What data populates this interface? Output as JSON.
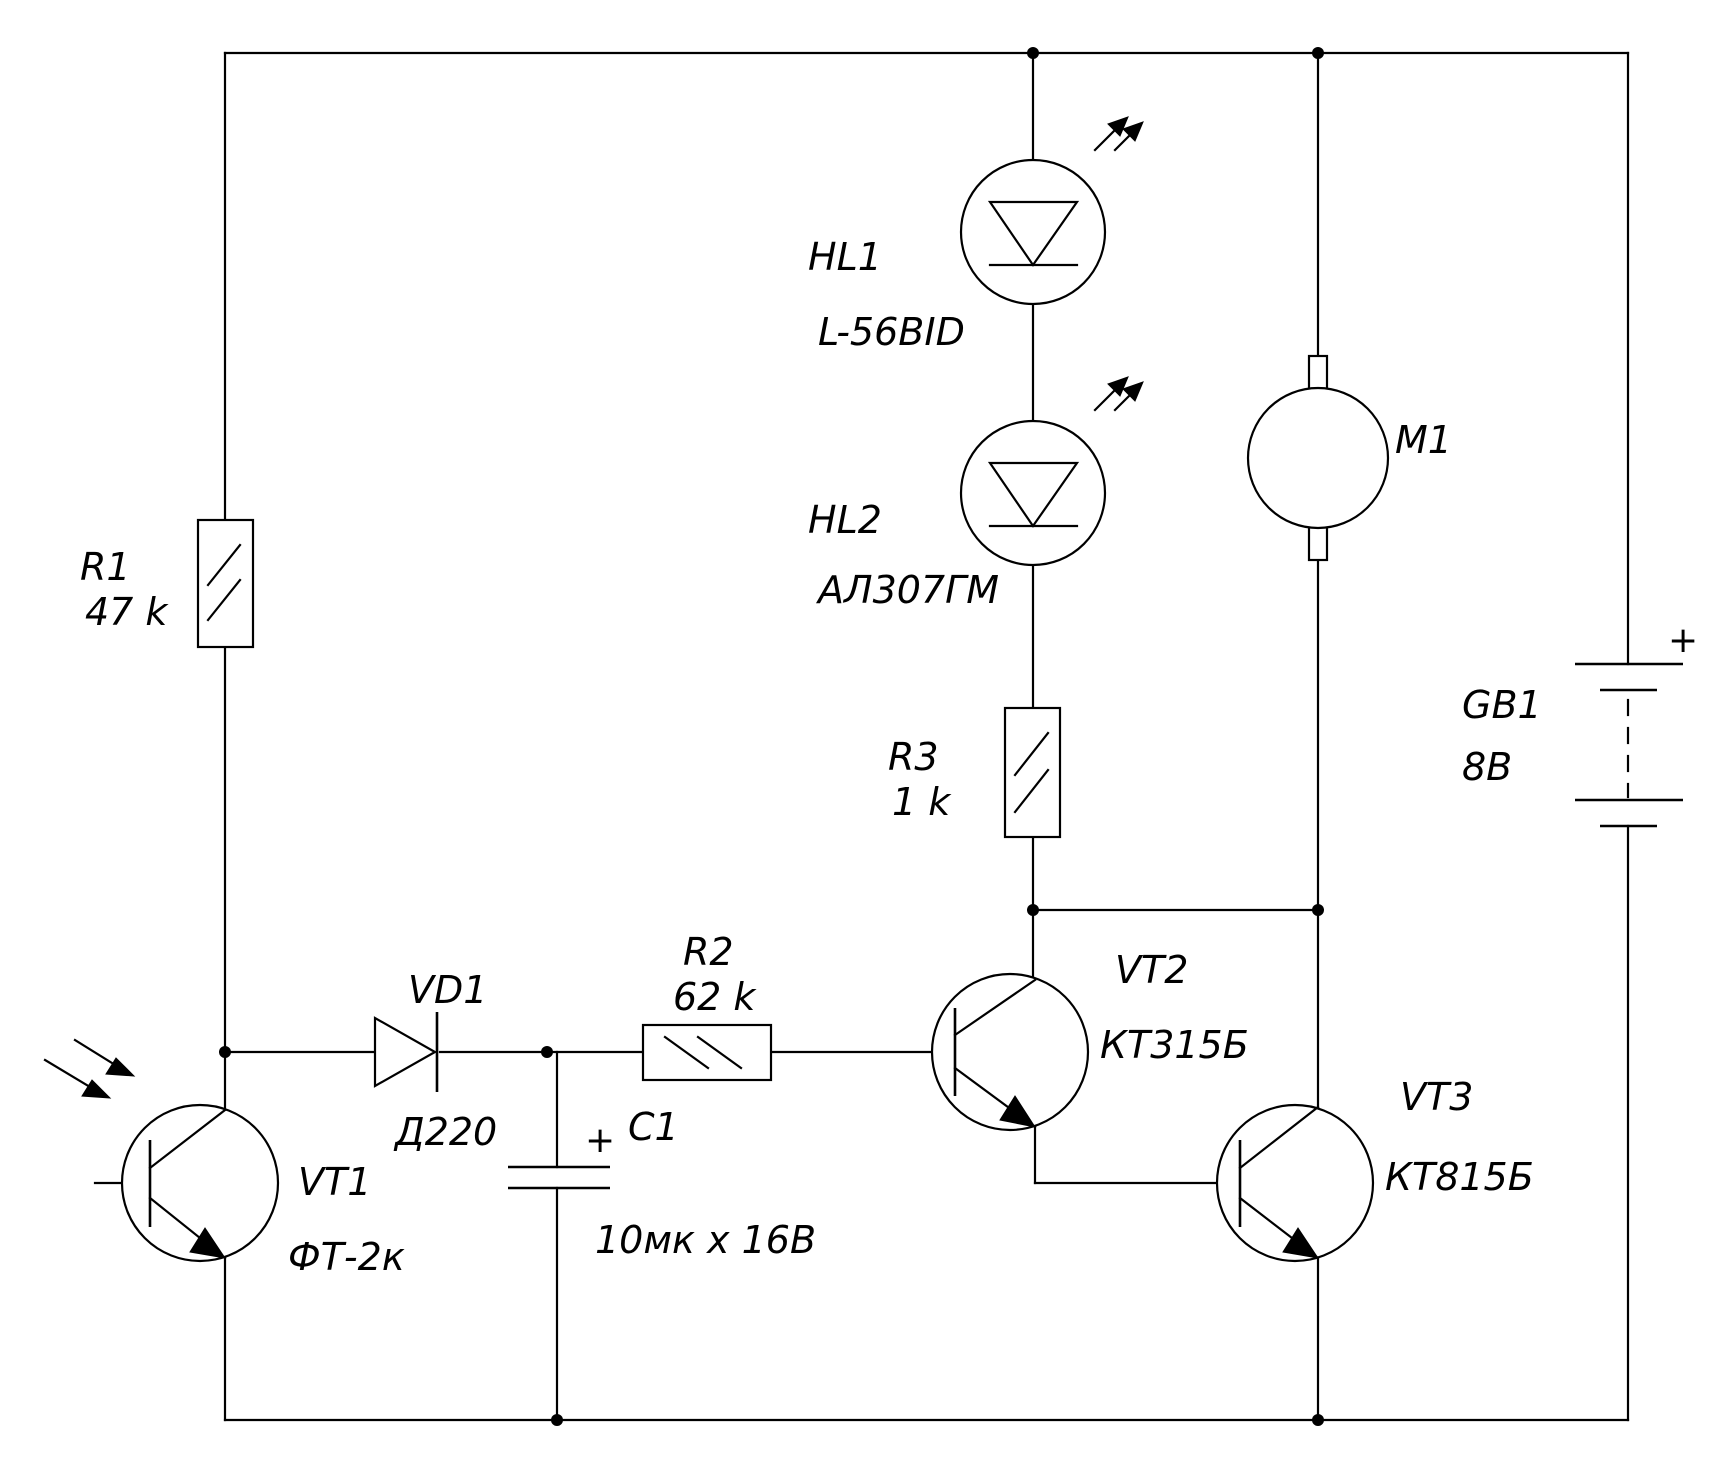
{
  "components": {
    "R1": {
      "ref": "R1",
      "value": "47 k"
    },
    "R2": {
      "ref": "R2",
      "value": "62 k"
    },
    "R3": {
      "ref": "R3",
      "value": "1 k"
    },
    "VD1": {
      "ref": "VD1",
      "part": "Д220"
    },
    "C1": {
      "ref": "C1",
      "value": "10мк х 16В",
      "polarity": "+"
    },
    "HL1": {
      "ref": "HL1",
      "part": "L-56BID"
    },
    "HL2": {
      "ref": "HL2",
      "part": "АЛ307ГМ"
    },
    "M1": {
      "ref": "M1"
    },
    "GB1": {
      "ref": "GB1",
      "value": "8В",
      "polarity": "+"
    },
    "VT1": {
      "ref": "VT1",
      "part": "ФТ-2к"
    },
    "VT2": {
      "ref": "VT2",
      "part": "КТ315Б"
    },
    "VT3": {
      "ref": "VT3",
      "part": "КТ815Б"
    }
  }
}
